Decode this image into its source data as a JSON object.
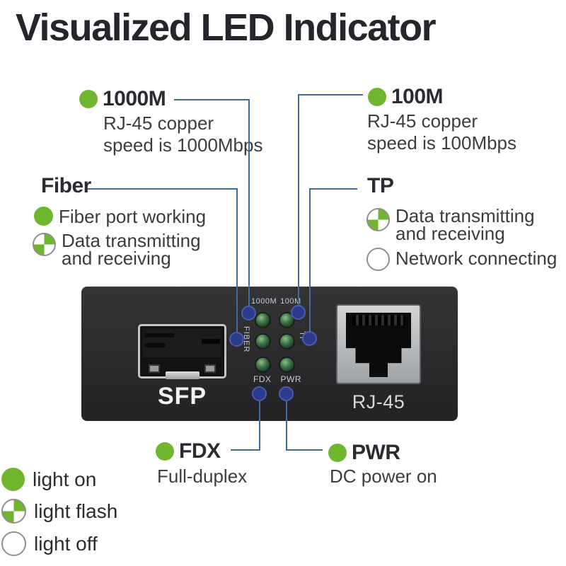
{
  "title": "Visualized LED Indicator",
  "colors": {
    "accent_green": "#6fb52e",
    "connector_blue": "#3c6d9e",
    "dot_navy": "#2c3a8a",
    "device_body": "#2b2b2d"
  },
  "labels": {
    "m1000": {
      "name": "1000M",
      "desc_line1": "RJ-45 copper",
      "desc_line2": "speed is 1000Mbps"
    },
    "m100": {
      "name": "100M",
      "desc_line1": "RJ-45 copper",
      "desc_line2": "speed is 100Mbps"
    },
    "fiber": {
      "name": "Fiber",
      "items": [
        {
          "icon": "led-on",
          "text": "Fiber port working"
        },
        {
          "icon": "led-flash",
          "text": "Data transmitting and receiving"
        }
      ]
    },
    "tp": {
      "name": "TP",
      "items": [
        {
          "icon": "led-flash",
          "text": "Data transmitting and receiving"
        },
        {
          "icon": "led-off",
          "text": "Network connecting"
        }
      ]
    },
    "fdx": {
      "name": "FDX",
      "desc": "Full-duplex"
    },
    "pwr": {
      "name": "PWR",
      "desc": "DC power on"
    }
  },
  "device": {
    "sfp_label": "SFP",
    "rj45_label": "RJ-45",
    "led_labels": {
      "top": [
        "1000M",
        "100M"
      ],
      "left": "FIBER",
      "right": "TP",
      "bottom": [
        "FDX",
        "PWR"
      ]
    }
  },
  "legend": [
    {
      "icon": "led-on",
      "text": "light on"
    },
    {
      "icon": "led-flash",
      "text": "light flash"
    },
    {
      "icon": "led-off",
      "text": "light off"
    }
  ]
}
